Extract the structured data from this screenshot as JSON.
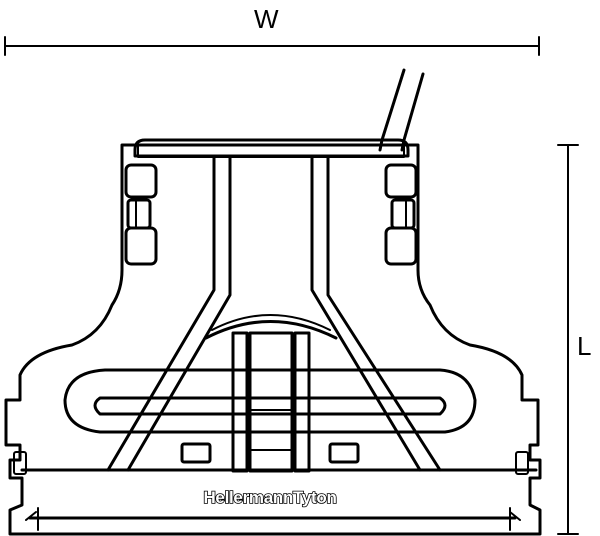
{
  "dimensions": {
    "width_label": "W",
    "length_label": "L"
  },
  "product": {
    "brand_text": "HellermannTyton"
  }
}
